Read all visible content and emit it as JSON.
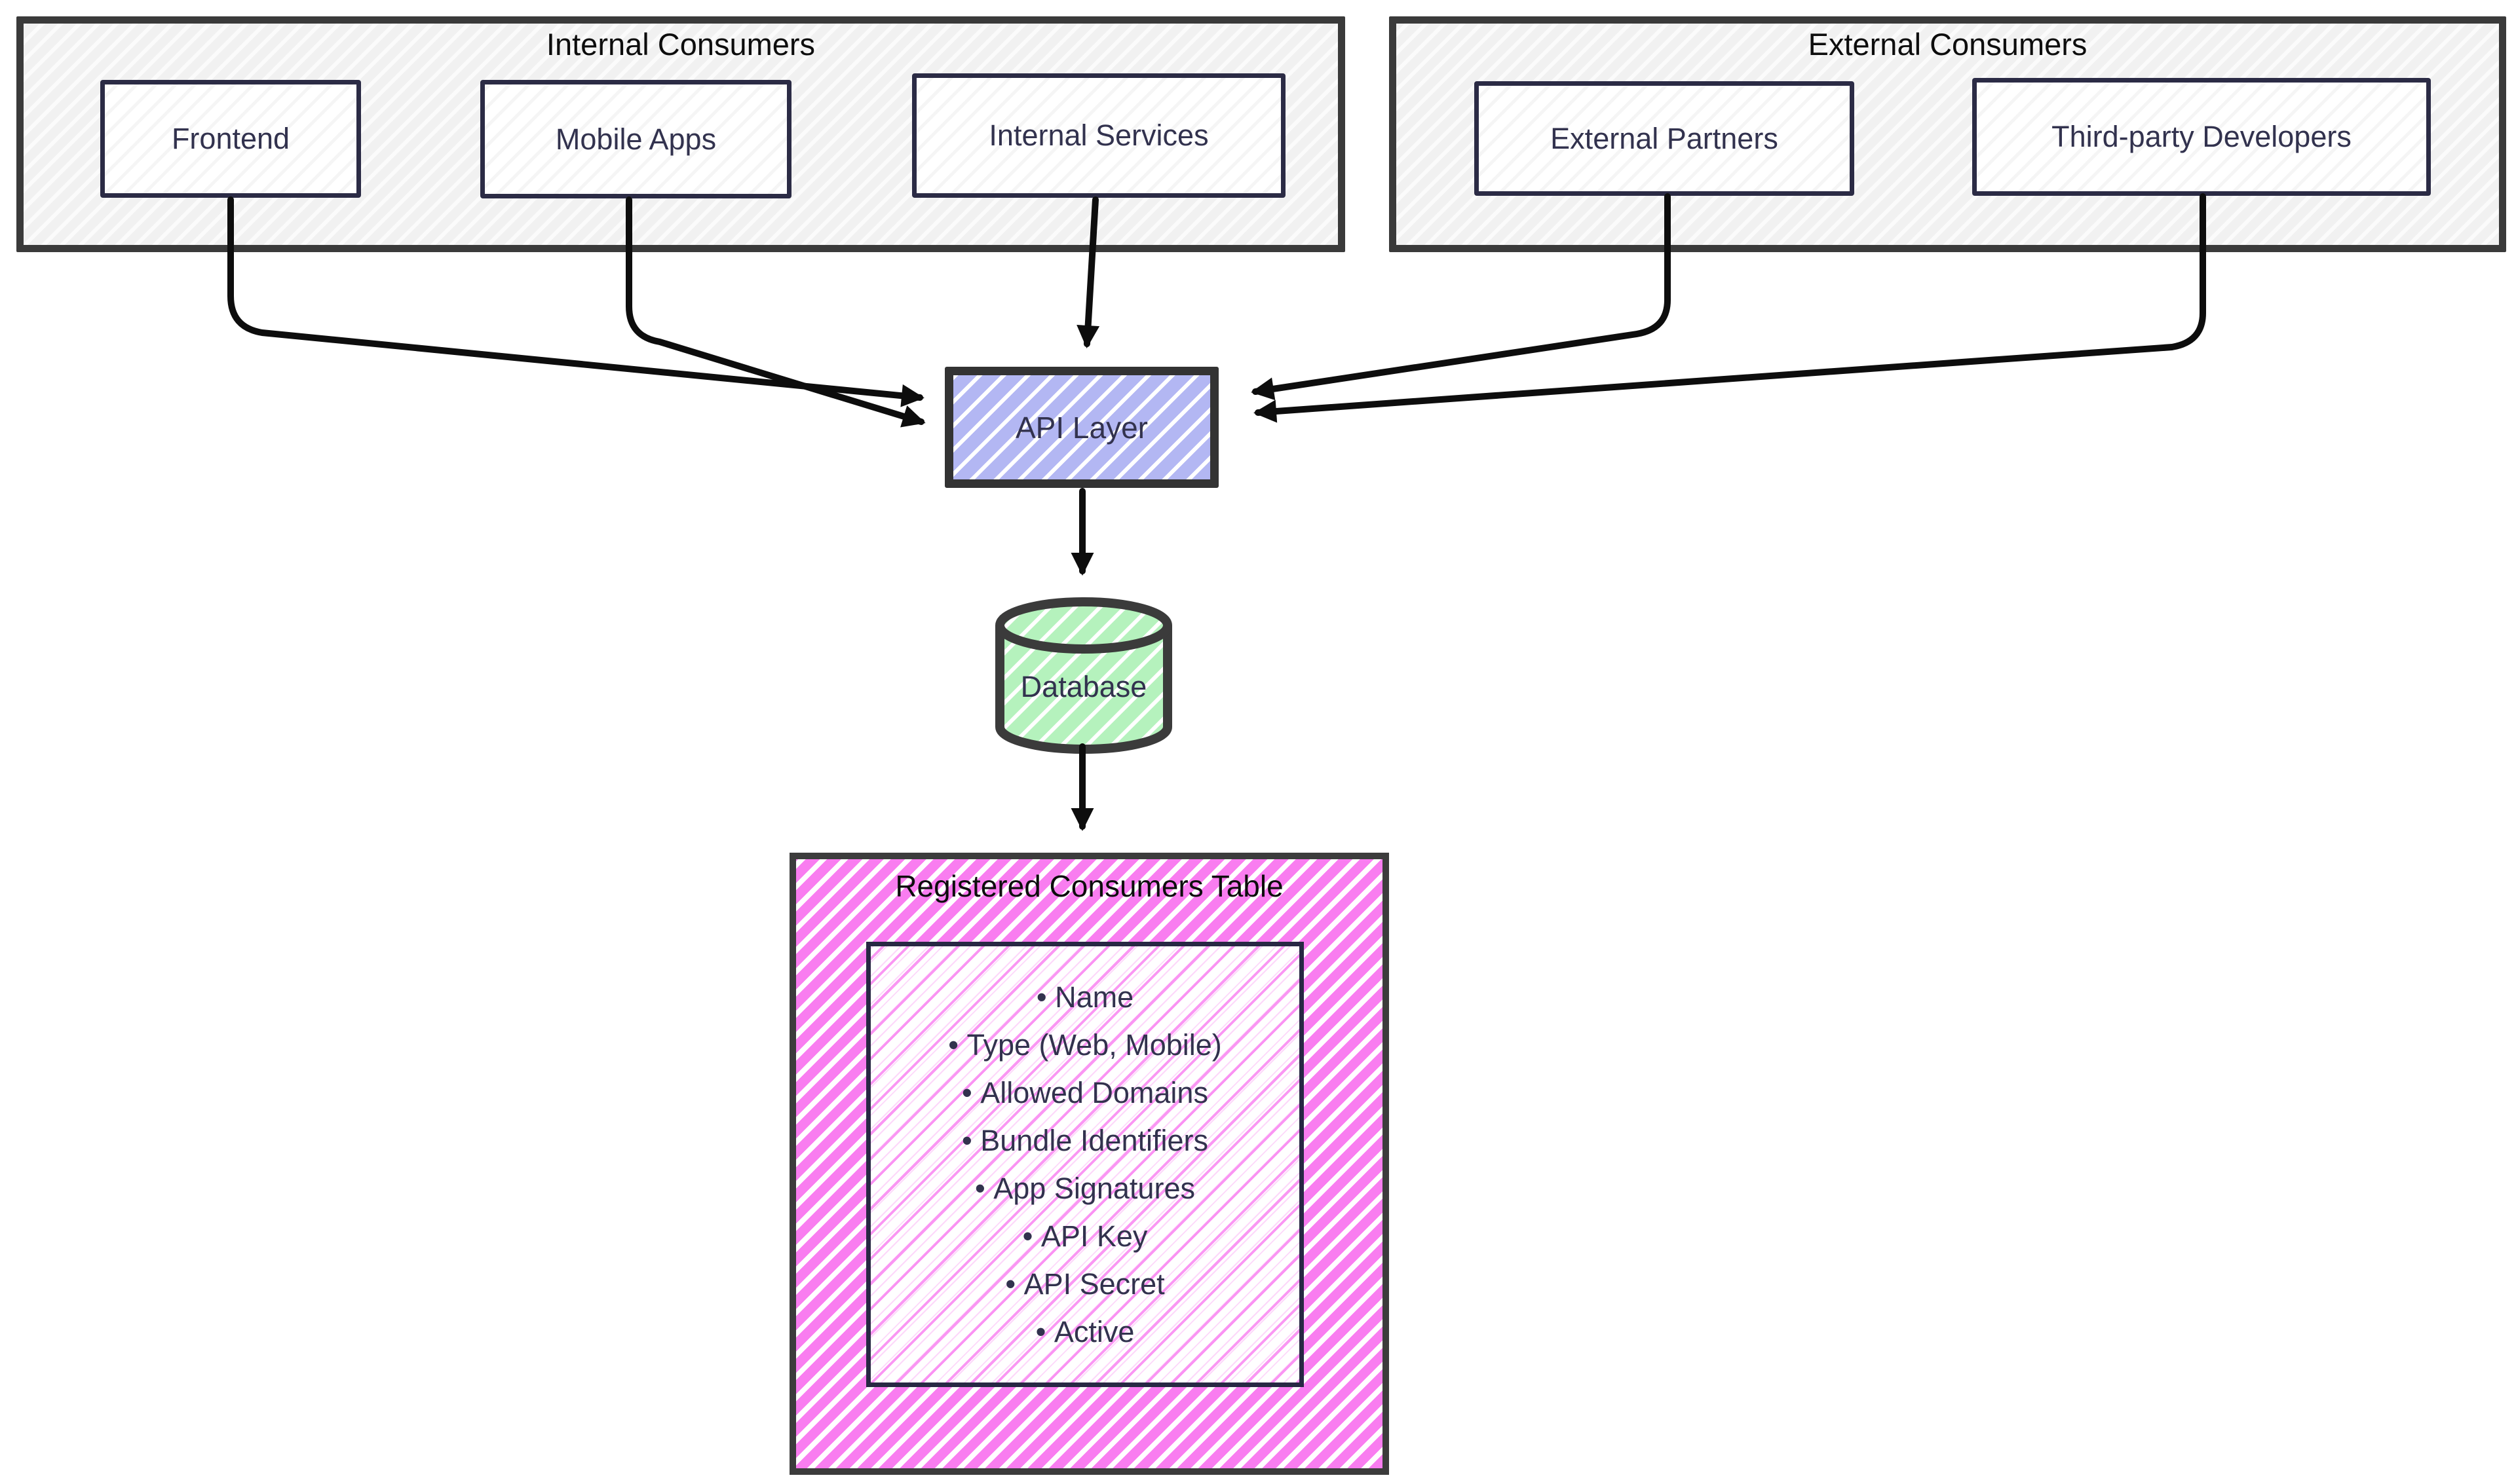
{
  "groups": {
    "internal": {
      "title": "Internal Consumers",
      "boxes": [
        {
          "label": "Frontend"
        },
        {
          "label": "Mobile Apps"
        },
        {
          "label": "Internal Services"
        }
      ]
    },
    "external": {
      "title": "External Consumers",
      "boxes": [
        {
          "label": "External Partners"
        },
        {
          "label": "Third-party Developers"
        }
      ]
    }
  },
  "nodes": {
    "api_layer": {
      "label": "API Layer"
    },
    "database": {
      "label": "Database"
    }
  },
  "table": {
    "title": "Registered Consumers Table",
    "fields": [
      "Name",
      "Type (Web, Mobile)",
      "Allowed Domains",
      "Bundle Identifiers",
      "App Signatures",
      "API Key",
      "API Secret",
      "Active"
    ]
  },
  "edges": [
    {
      "from": "Frontend",
      "to": "API Layer"
    },
    {
      "from": "Mobile Apps",
      "to": "API Layer"
    },
    {
      "from": "Internal Services",
      "to": "API Layer"
    },
    {
      "from": "External Partners",
      "to": "API Layer"
    },
    {
      "from": "Third-party Developers",
      "to": "API Layer"
    },
    {
      "from": "API Layer",
      "to": "Database"
    },
    {
      "from": "Database",
      "to": "Registered Consumers Table"
    }
  ],
  "colors": {
    "container_border": "#3a3a3a",
    "node_border": "#2b2b45",
    "node_text": "#32324e",
    "title_text": "#0d0d0d",
    "api_fill": "#b3b7f3",
    "api_border": "#333333",
    "database_fill": "#b5f2bd",
    "database_border": "#3b3b3b",
    "table_stripe": "#f97df0",
    "table_border": "#3c3c3c",
    "inner_border": "#282844",
    "arrow": "#0d0d0d"
  }
}
